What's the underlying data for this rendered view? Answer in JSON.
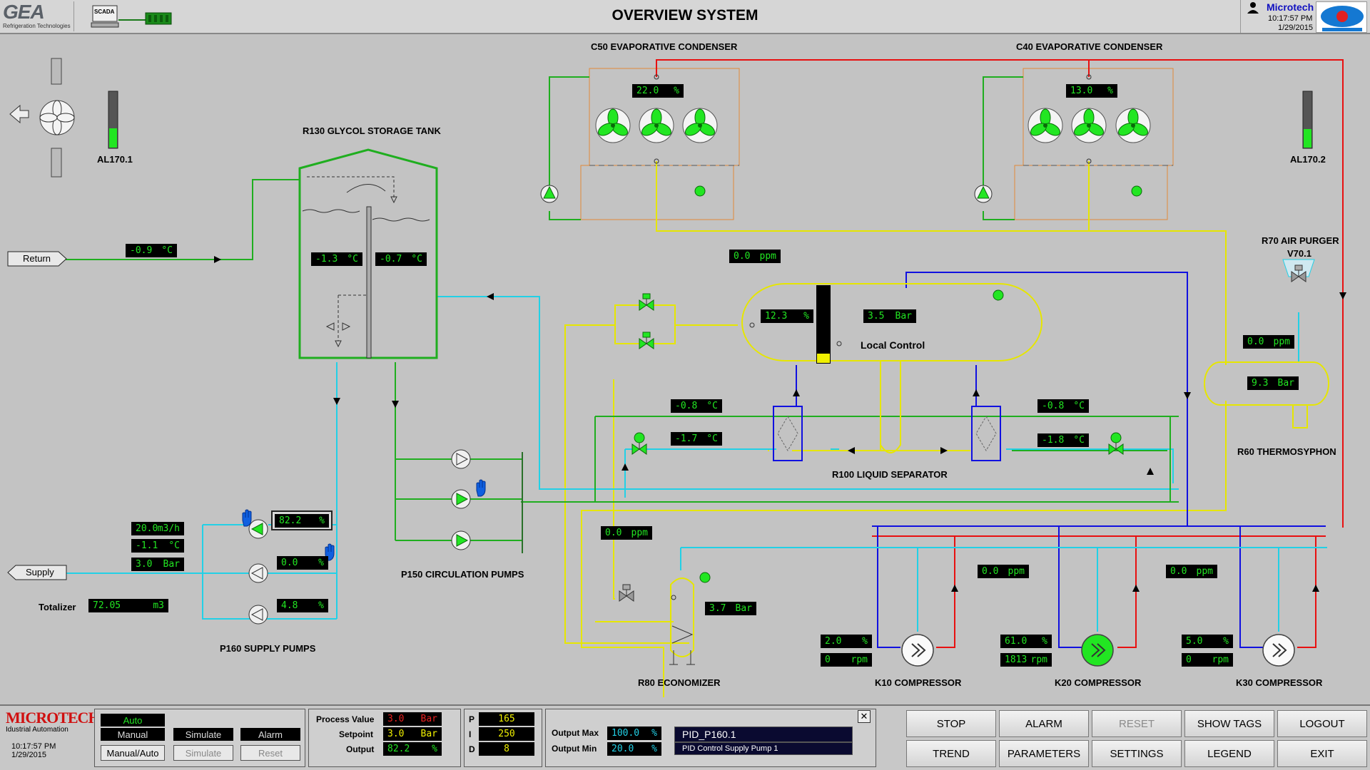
{
  "header": {
    "logo": "GEA",
    "logo_sub": "Refrigeration Technologies",
    "scada_label": "SCADA",
    "title": "OVERVIEW SYSTEM",
    "user": "Microtech",
    "time": "10:17:57 PM",
    "date": "1/29/2015"
  },
  "labels": {
    "c50": "C50 EVAPORATIVE CONDENSER",
    "c40": "C40 EVAPORATIVE CONDENSER",
    "r130": "R130 GLYCOL STORAGE TANK",
    "al1701": "AL170.1",
    "al1702": "AL170.2",
    "r70": "R70 AIR PURGER",
    "v701": "V70.1",
    "r60": "R60 THERMOSYPHON",
    "r100": "R100 LIQUID SEPARATOR",
    "local_control": "Local Control",
    "p150": "P150 CIRCULATION PUMPS",
    "p160": "P160 SUPPLY PUMPS",
    "r80": "R80 ECONOMIZER",
    "k10": "K10 COMPRESSOR",
    "k20": "K20 COMPRESSOR",
    "k30": "K30 COMPRESSOR",
    "totalizer": "Totalizer",
    "return": "Return",
    "supply": "Supply"
  },
  "values": {
    "c50_fan": {
      "v": "22.0",
      "u": "%"
    },
    "c40_fan": {
      "v": "13.0",
      "u": "%"
    },
    "return_temp": {
      "v": "-0.9",
      "u": "°C"
    },
    "tank_t1": {
      "v": "-1.3",
      "u": "°C"
    },
    "tank_t2": {
      "v": "-0.7",
      "u": "°C"
    },
    "sep_ppm": {
      "v": "0.0",
      "u": "ppm"
    },
    "sep_level": {
      "v": "12.3",
      "u": "%"
    },
    "sep_press": {
      "v": "3.5",
      "u": "Bar"
    },
    "purger_ppm": {
      "v": "0.0",
      "u": "ppm"
    },
    "thermo_press": {
      "v": "9.3",
      "u": "Bar"
    },
    "hx1_t1": {
      "v": "-0.8",
      "u": "°C"
    },
    "hx1_t2": {
      "v": "-1.7",
      "u": "°C"
    },
    "hx2_t1": {
      "v": "-0.8",
      "u": "°C"
    },
    "hx2_t2": {
      "v": "-1.8",
      "u": "°C"
    },
    "supply_flow": {
      "v": "20.0",
      "u": "m3/h"
    },
    "supply_temp": {
      "v": "-1.1",
      "u": "°C"
    },
    "supply_press": {
      "v": "3.0",
      "u": "Bar"
    },
    "totalizer": {
      "v": "72.05",
      "u": "m3"
    },
    "p160_1": {
      "v": "82.2",
      "u": "%"
    },
    "p160_2": {
      "v": "0.0",
      "u": "%"
    },
    "p160_3": {
      "v": "4.8",
      "u": "%"
    },
    "eco_ppm": {
      "v": "0.0",
      "u": "ppm"
    },
    "eco_press": {
      "v": "3.7",
      "u": "Bar"
    },
    "k10_pct": {
      "v": "2.0",
      "u": "%"
    },
    "k10_rpm": {
      "v": "0",
      "u": "rpm"
    },
    "k20_ppm": {
      "v": "0.0",
      "u": "ppm"
    },
    "k20_pct": {
      "v": "61.0",
      "u": "%"
    },
    "k20_rpm": {
      "v": "1813",
      "u": "rpm"
    },
    "k30_ppm": {
      "v": "0.0",
      "u": "ppm"
    },
    "k30_pct": {
      "v": "5.0",
      "u": "%"
    },
    "k30_rpm": {
      "v": "0",
      "u": "rpm"
    }
  },
  "level_gauges": {
    "al1701": 0.35,
    "al1702": 0.33,
    "separator": 0.12
  },
  "colors": {
    "green_pipe": "#1fae1f",
    "cyan_pipe": "#22d0e6",
    "yellow_pipe": "#e6e600",
    "blue_pipe": "#1010e0",
    "red_pipe": "#e81010",
    "orange_frame": "#e08a3a",
    "display_green": "#22e622"
  },
  "footer": {
    "brand": "MICROTECH",
    "brand_sub": "Idustrial Automation",
    "time": "10:17:57 PM",
    "date": "1/29/2015",
    "auto": "Auto",
    "manual": "Manual",
    "simulate_status": "Simulate",
    "alarm_status": "Alarm",
    "manual_auto_btn": "Manual/Auto",
    "simulate_btn": "Simulate",
    "reset_btn": "Reset",
    "pv_label": "Process Value",
    "sp_label": "Setpoint",
    "out_label": "Output",
    "pv": {
      "v": "3.0",
      "u": "Bar"
    },
    "sp": {
      "v": "3.0",
      "u": "Bar"
    },
    "out": {
      "v": "82.2",
      "u": "%"
    },
    "p_label": "P",
    "i_label": "I",
    "d_label": "D",
    "p": "165",
    "i": "250",
    "d": "8",
    "out_max_label": "Output Max",
    "out_min_label": "Output Min",
    "out_max": {
      "v": "100.0",
      "u": "%"
    },
    "out_min": {
      "v": "20.0",
      "u": "%"
    },
    "pid_name": "PID_P160.1",
    "pid_desc": "PID Control Supply Pump 1",
    "close": "✕"
  },
  "nav": {
    "stop": "STOP",
    "alarm": "ALARM",
    "reset": "RESET",
    "show_tags": "SHOW TAGS",
    "logout": "LOGOUT",
    "trend": "TREND",
    "parameters": "PARAMETERS",
    "settings": "SETTINGS",
    "legend": "LEGEND",
    "exit": "EXIT"
  }
}
